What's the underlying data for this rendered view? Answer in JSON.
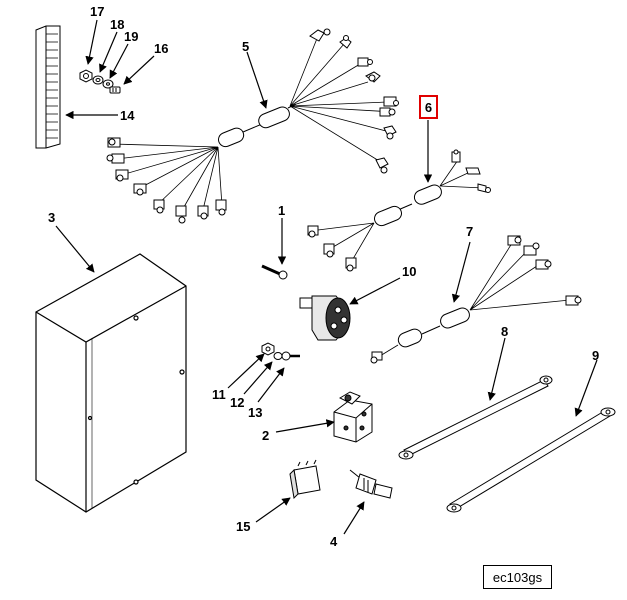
{
  "callouts": {
    "c1": "1",
    "c2": "2",
    "c3": "3",
    "c4": "4",
    "c5": "5",
    "c6": "6",
    "c7": "7",
    "c8": "8",
    "c9": "9",
    "c10": "10",
    "c11": "11",
    "c12": "12",
    "c13": "13",
    "c14": "14",
    "c15": "15",
    "c16": "16",
    "c17": "17",
    "c18": "18",
    "c19": "19"
  },
  "figure_id": "ec103gs",
  "highlight_color": "#e00000"
}
